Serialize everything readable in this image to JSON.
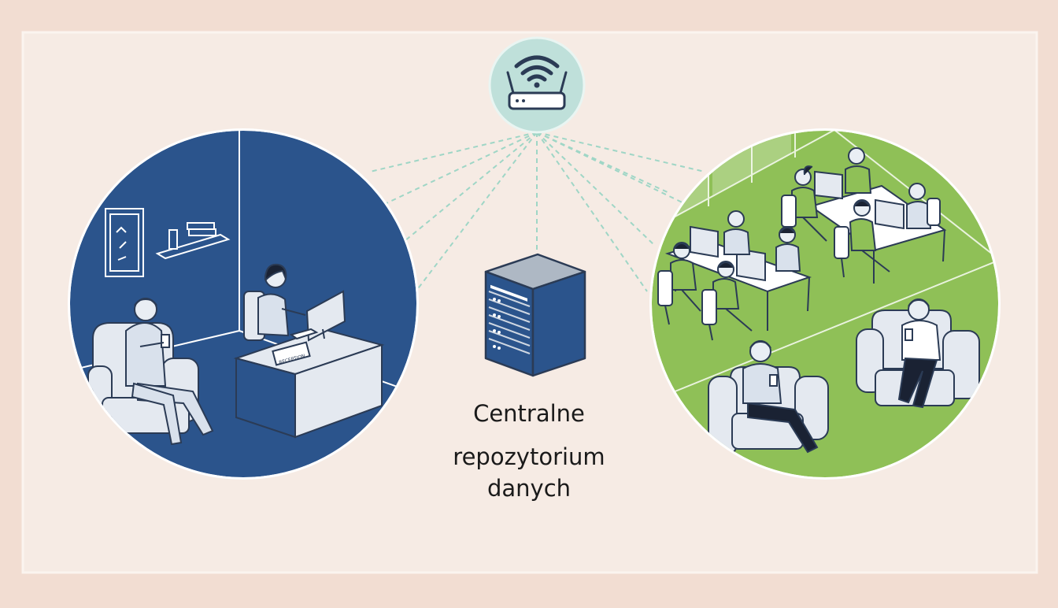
{
  "diagram": {
    "caption_line1": "Centralne",
    "caption_line2": "repozytorium",
    "caption_line3": "danych",
    "desk_sign_text": "RECEPTION",
    "nodes": {
      "router": {
        "icon": "wifi-router-icon"
      },
      "server": {
        "icon": "server-icon"
      },
      "left_scene": {
        "icon": "home-office-scene"
      },
      "right_scene": {
        "icon": "open-office-scene"
      }
    },
    "colors": {
      "background_outer": "#f2ddd2",
      "panel": "#f6ebe4",
      "left_circle": "#2b548c",
      "right_circle": "#8fc057",
      "router_circle": "#bfe0da",
      "connector": "#9fd6c6",
      "outline": "#2b3b55",
      "furniture": "#e4e9f0"
    }
  }
}
